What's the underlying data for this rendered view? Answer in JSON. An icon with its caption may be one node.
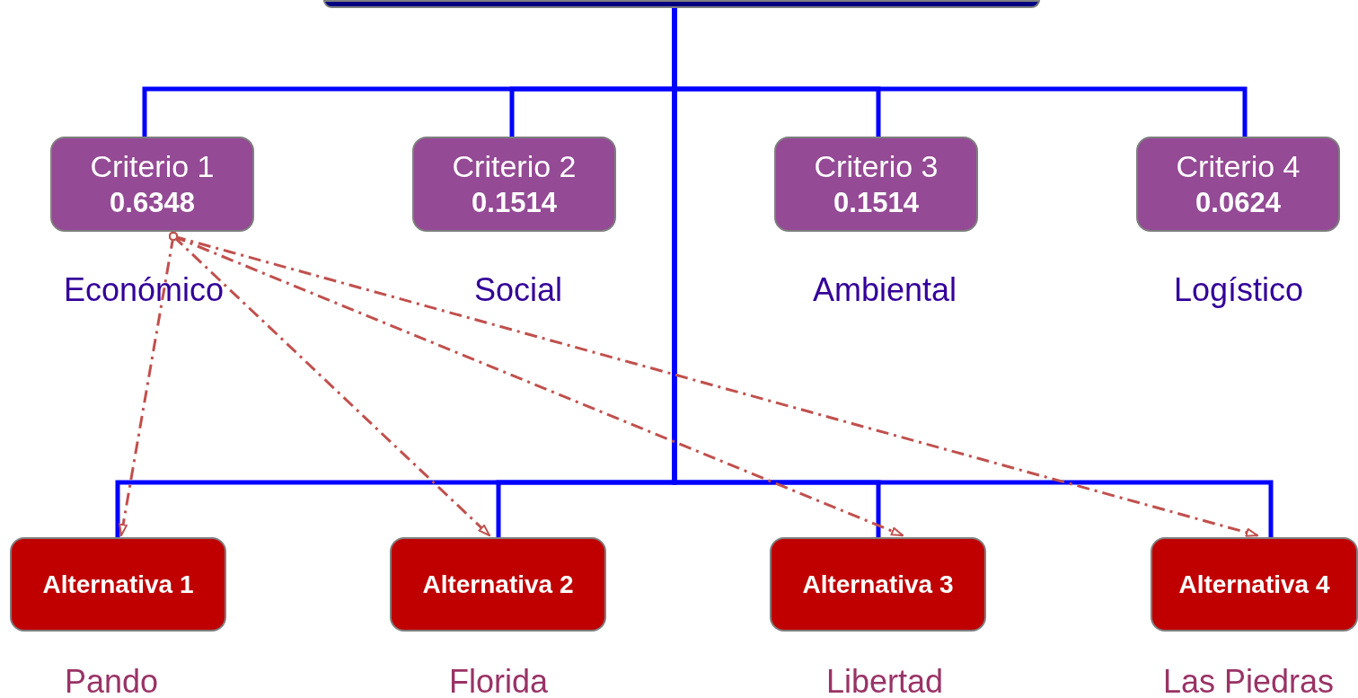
{
  "diagram": {
    "nodes": [
      {
        "text": [],
        "shape": "box"
      },
      {
        "text": [
          "Criterio 1",
          "0.6348"
        ],
        "beside": [
          "Económico"
        ]
      },
      {
        "text": [
          "Criterio 2",
          "0.1514"
        ],
        "beside": [
          "Social"
        ]
      },
      {
        "text": [
          "Criterio 3",
          "0.1514"
        ],
        "beside": [
          "Ambiental"
        ]
      },
      {
        "text": [
          "Criterio 4",
          "0.0624"
        ],
        "beside": [
          "Logístico"
        ]
      },
      {
        "text": [
          "Alternativa 1"
        ],
        "beside": [
          "Pando"
        ]
      },
      {
        "text": [
          "Alternativa 2"
        ],
        "beside": [
          "Florida"
        ]
      },
      {
        "text": [
          "Alternativa 3"
        ],
        "beside": [
          "Libertad"
        ]
      },
      {
        "text": [
          "Alternativa 4"
        ],
        "beside": [
          "Las Piedras"
        ]
      }
    ],
    "edges": [
      {
        "from": 0,
        "to": 1,
        "arrow": "none"
      },
      {
        "from": 0,
        "to": 2,
        "arrow": "none"
      },
      {
        "from": 0,
        "to": 3,
        "arrow": "none"
      },
      {
        "from": 0,
        "to": 4,
        "arrow": "none"
      },
      {
        "from": 0,
        "to": 5,
        "arrow": "none"
      },
      {
        "from": 0,
        "to": 6,
        "arrow": "none"
      },
      {
        "from": 0,
        "to": 7,
        "arrow": "none"
      },
      {
        "from": 0,
        "to": 8,
        "arrow": "none"
      },
      {
        "from": 1,
        "to": 5,
        "arrow": "to",
        "style": "dashed",
        "color": "#c0504d"
      },
      {
        "from": 1,
        "to": 6,
        "arrow": "to",
        "style": "dashed",
        "color": "#c0504d"
      },
      {
        "from": 1,
        "to": 7,
        "arrow": "to",
        "style": "dashed",
        "color": "#c0504d"
      },
      {
        "from": 1,
        "to": 8,
        "arrow": "to",
        "style": "dashed",
        "color": "#c0504d"
      }
    ]
  }
}
